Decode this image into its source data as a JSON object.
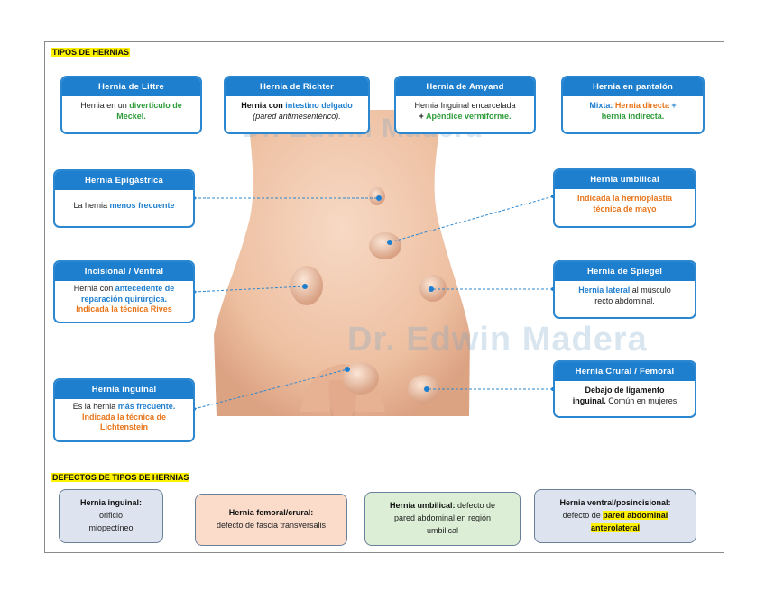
{
  "section1_title": "TIPOS DE HERNIAS",
  "section2_title": "DEFECTOS DE TIPOS DE HERNIAS",
  "watermark": "Dr. Edwin Madera",
  "colors": {
    "blue": "#1f7fcf",
    "green": "#2e9c3a",
    "orange": "#e8751a",
    "highlight": "#fff200"
  },
  "cards": {
    "littre": {
      "title": "Hernia de Littre",
      "t1": "Hernia en un ",
      "t2": "divertículo de",
      "t3": "Meckel."
    },
    "richter": {
      "title": "Hernia de Richter",
      "t1": "Hernia con ",
      "t2": "intestino delgado",
      "t3": "(pared antimesentérico)."
    },
    "amyand": {
      "title": "Hernia de Amyand",
      "t1": "Hernia Inguinal encarcelada",
      "t2": "+ ",
      "t3": "Apéndice vermiforme."
    },
    "pantalon": {
      "title": "Hernia en pantalón",
      "t1": "Mixta: ",
      "t2": "Hernia directa",
      "t3": " +",
      "t4": "hernia indirecta."
    },
    "epigastrica": {
      "title": "Hernia Epigástrica",
      "t1": "La hernia ",
      "t2": "menos frecuente"
    },
    "umbilical": {
      "title": "Hernia umbilical",
      "t1": "Indicada la hernioplastia",
      "t2": "técnica de mayo"
    },
    "incisional": {
      "title": "Incisional / Ventral",
      "t1": "Hernia con ",
      "t2": "antecedente de",
      "t3": "reparación quirúrgica.",
      "t4": "Indicada la técnica Rives"
    },
    "spiegel": {
      "title": "Hernia de Spiegel",
      "t1": "Hernia lateral",
      "t2": " al músculo",
      "t3": "recto abdominal."
    },
    "inguinal": {
      "title": "Hernia inguinal",
      "t1": "Es la hernia ",
      "t2": "más frecuente.",
      "t3": "Indicada la técnica de",
      "t4": "Lichtenstein"
    },
    "crural": {
      "title": "Hernia Crural / Femoral",
      "t1": "Debajo de ligamento",
      "t2": "inguinal.",
      "t3": " Común en mujeres"
    }
  },
  "defects": {
    "inguinal": {
      "b": "Hernia inguinal:",
      "l1": "orificio",
      "l2": "miopectíneo"
    },
    "femoral": {
      "b": "Hernia femoral/crural:",
      "l1": "defecto de fascia transversalis"
    },
    "umbilical": {
      "b": "Hernia umbilical:",
      "l1": " defecto de",
      "l2": "pared abdominal en región",
      "l3": "umbilical"
    },
    "ventral": {
      "b": "Hernia ventral/posincisional:",
      "l1": "defecto de ",
      "l2": "pared abdominal",
      "l3": "anterolateral"
    }
  }
}
